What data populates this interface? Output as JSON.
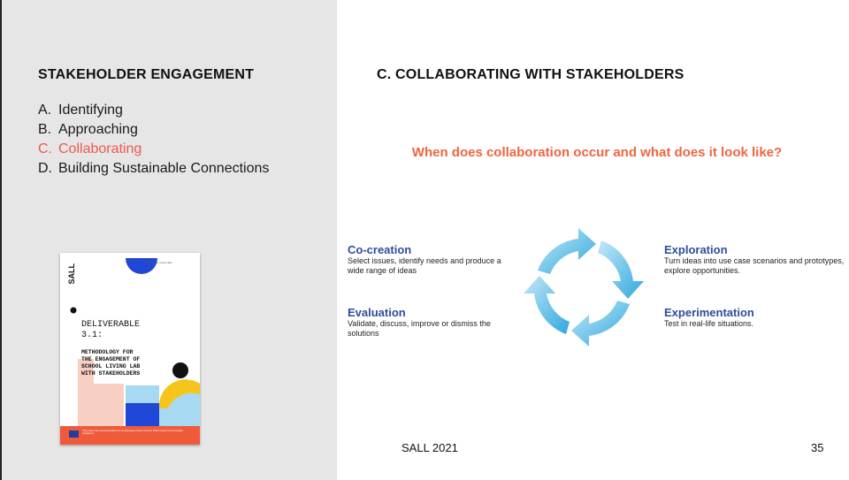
{
  "left_panel": {
    "title": "STAKEHOLDER ENGAGEMENT",
    "items": [
      {
        "letter": "A.",
        "label": "Identifying",
        "active": false
      },
      {
        "letter": "B.",
        "label": "Approaching",
        "active": false
      },
      {
        "letter": "C.",
        "label": "Collaborating",
        "active": true
      },
      {
        "letter": "D.",
        "label": "Building Sustainable Connections",
        "active": false
      }
    ],
    "cover": {
      "brand": "SALL",
      "top_note": "Sustainable Living Labs",
      "deliverable": "DELIVERABLE\n3.1:",
      "subtitle": "METHODOLOGY FOR\nTHE ENGAGEMENT OF\nSCHOOL LIVING LAB\nWITH STAKEHOLDERS",
      "footer_note": "This project has received funding from the European Union's Horizon 2020 research and innovation programme"
    }
  },
  "main": {
    "title": "C. COLLABORATING WITH STAKEHOLDERS",
    "question": "When does collaboration occur and what does it look like?",
    "phases": {
      "cocreation": {
        "title": "Co-creation",
        "desc": "Select issues, identify needs and produce a wide range of ideas"
      },
      "evaluation": {
        "title": "Evaluation",
        "desc": "Validate, discuss, improve or dismiss the solutions"
      },
      "exploration": {
        "title": "Exploration",
        "desc": "Turn ideas into use case scenarios and prototypes, explore opportunities."
      },
      "experimentation": {
        "title": "Experimentation",
        "desc": "Test in real-life situations."
      }
    }
  },
  "footer": {
    "left": "SALL 2021",
    "page": "35"
  },
  "colors": {
    "accent": "#ef5a4c",
    "question": "#ef6540",
    "phase_title": "#2f4e99",
    "cycle_light": "#a6dcf3",
    "cycle_dark": "#39b0e2"
  },
  "icons": {
    "cycle": "circular-arrows-icon",
    "eu_flag": "eu-flag-icon"
  }
}
